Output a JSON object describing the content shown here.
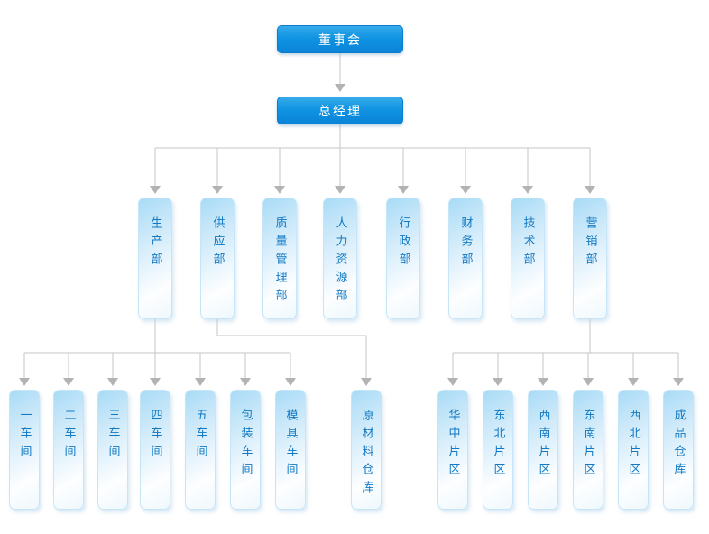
{
  "org_chart": {
    "board": {
      "label": "董事会"
    },
    "general_manager": {
      "label": "总经理"
    },
    "departments": [
      {
        "label": "生产部"
      },
      {
        "label": "供应部"
      },
      {
        "label": "质量管理部"
      },
      {
        "label": "人力资源部"
      },
      {
        "label": "行政部"
      },
      {
        "label": "财务部"
      },
      {
        "label": "技术部"
      },
      {
        "label": "营销部"
      }
    ],
    "production_units": [
      {
        "label": "一车间"
      },
      {
        "label": "二车间"
      },
      {
        "label": "三车间"
      },
      {
        "label": "四车间"
      },
      {
        "label": "五车间"
      },
      {
        "label": "包装车间"
      },
      {
        "label": "模具车间"
      }
    ],
    "supply_units": [
      {
        "label": "原材料仓库"
      }
    ],
    "marketing_units": [
      {
        "label": "华中片区"
      },
      {
        "label": "东北片区"
      },
      {
        "label": "西南片区"
      },
      {
        "label": "东南片区"
      },
      {
        "label": "西北片区"
      },
      {
        "label": "成品仓库"
      }
    ],
    "colors": {
      "primary_node_blue": "#0d8cdb",
      "secondary_node_fill": "#bde3f7",
      "secondary_text_blue": "#1279c2",
      "connector_gray": "#c6c6c6",
      "arrow_gray": "#b3b3b3",
      "background": "#ffffff"
    }
  }
}
